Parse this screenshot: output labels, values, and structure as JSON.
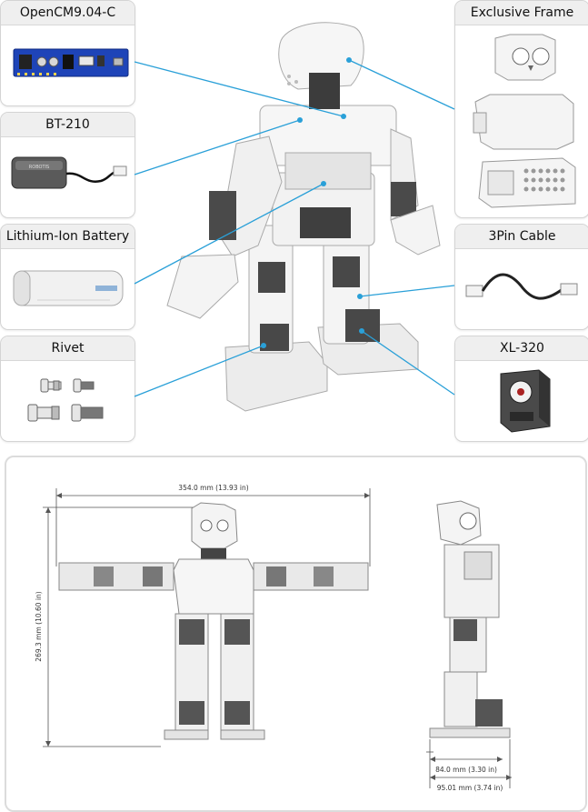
{
  "parts": {
    "opencm": "OpenCM9.04-C",
    "bt210": "BT-210",
    "battery": "Lithium-Ion Battery",
    "rivet": "Rivet",
    "frame": "Exclusive Frame",
    "cable": "3Pin Cable",
    "servo": "XL-320"
  },
  "dimensions": {
    "width": "354.0 mm (13.93 in)",
    "height": "269.3 mm (10.60 in)",
    "depth": "84.0 mm (3.30 in)",
    "depth_total": "95.01 mm (3.74 in)"
  },
  "colors": {
    "accent": "#2aa0d8",
    "board": "#1e44b8",
    "frame": "#f4f4f4",
    "servo": "#4a4a4a"
  }
}
